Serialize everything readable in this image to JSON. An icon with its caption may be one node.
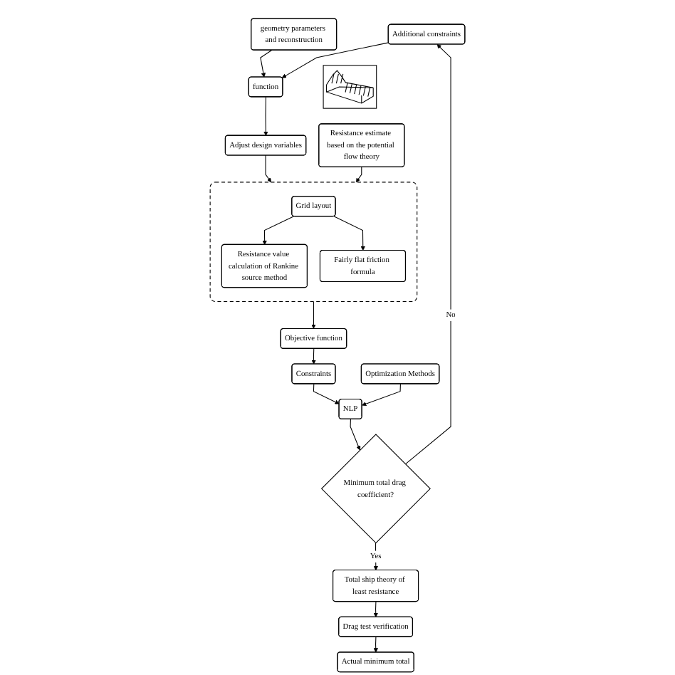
{
  "diagram": {
    "nodes": [
      {
        "text": [
          "function"
        ]
      },
      {
        "text": [
          "geometry parameters and reconstruction"
        ]
      },
      {
        "text": [],
        "shape": "picture"
      },
      {
        "text": [
          "Adjust design variables"
        ]
      },
      {
        "text": [],
        "shape": "box"
      },
      {
        "text": [
          "Grid layout"
        ],
        "in": 4
      },
      {
        "text": [
          "Resistance value calculation of Rankine source method"
        ],
        "in": 4
      },
      {
        "text": [
          "Fairly flat friction formula"
        ],
        "in": 4
      },
      {
        "text": [
          "Additional constraints"
        ]
      },
      {
        "text": [
          "Resistance estimate based on the potential flow theory"
        ]
      },
      {
        "text": [
          "Objective function"
        ]
      },
      {
        "text": [
          "Constraints"
        ]
      },
      {
        "text": [
          "NLP"
        ]
      },
      {
        "text": [
          "Optimization Methods"
        ]
      },
      {
        "text": [
          "Minimum total drag coefficient?"
        ]
      },
      {
        "text": [
          "Total ship theory of least resistance"
        ]
      },
      {
        "text": [
          "Actual minimum total"
        ]
      },
      {
        "text": [
          "Drag test verification"
        ]
      }
    ],
    "edges": [
      {
        "from": 1,
        "to": 0,
        "arrow": "to"
      },
      {
        "from": 8,
        "to": 0,
        "arrow": "to"
      },
      {
        "from": 0,
        "to": 3,
        "arrow": "to"
      },
      {
        "from": 3,
        "to": 4,
        "arrow": "to"
      },
      {
        "from": 5,
        "to": 6,
        "arrow": "to"
      },
      {
        "from": 5,
        "to": 7,
        "arrow": "to"
      },
      {
        "from": 9,
        "to": 4,
        "arrow": "to"
      },
      {
        "from": 4,
        "to": 10,
        "arrow": "to"
      },
      {
        "from": 10,
        "to": 11,
        "arrow": "to"
      },
      {
        "from": 11,
        "to": 12,
        "arrow": "to"
      },
      {
        "from": 13,
        "to": 12,
        "arrow": "to"
      },
      {
        "from": 12,
        "to": 14,
        "arrow": "to"
      },
      {
        "from": 14,
        "to": 8,
        "label": "No",
        "arrow": "to"
      },
      {
        "from": 14,
        "to": 15,
        "label": "Yes",
        "arrow": "to"
      },
      {
        "from": 15,
        "to": 17,
        "arrow": "to"
      },
      {
        "from": 17,
        "to": 16,
        "arrow": "to"
      }
    ]
  }
}
